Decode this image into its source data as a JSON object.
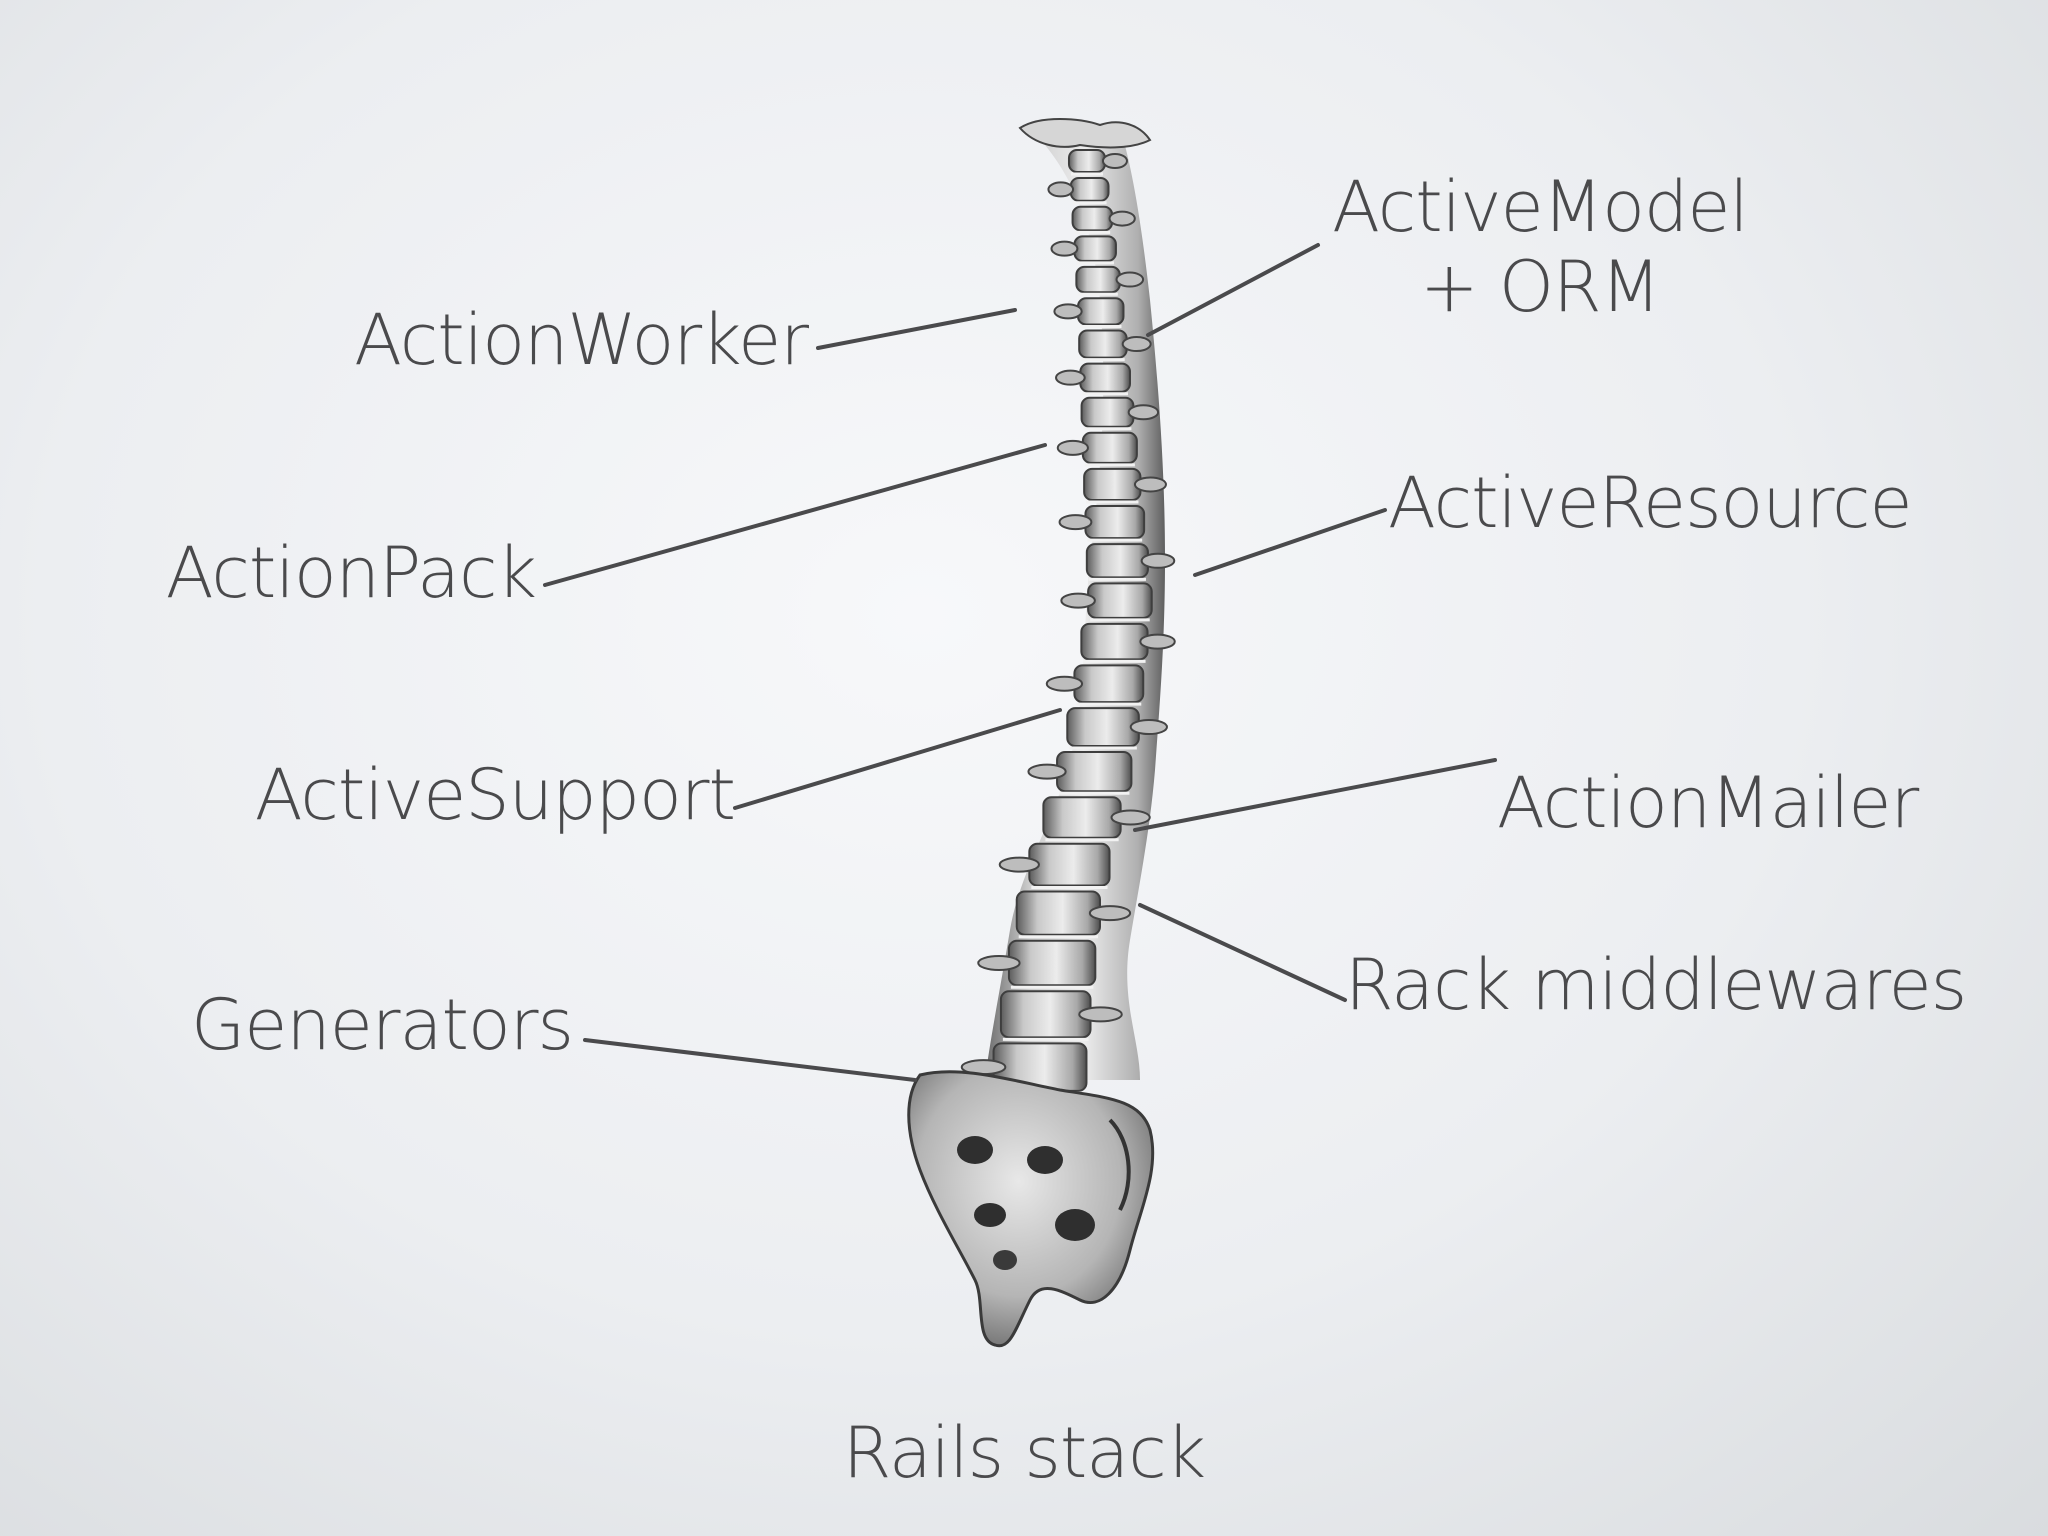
{
  "diagram": {
    "caption": "Rails stack",
    "illustration": "spine-illustration",
    "labels": {
      "action_worker": "ActionWorker",
      "action_pack": "ActionPack",
      "active_support": "ActiveSupport",
      "generators": "Generators",
      "active_model_line1": "ActiveModel",
      "active_model_line2": "+ ORM",
      "active_resource": "ActiveResource",
      "action_mailer": "ActionMailer",
      "rack_middlewares": "Rack middlewares"
    }
  },
  "colors": {
    "text": "#4a4a4c",
    "leader_line": "#4a4a4c",
    "bone_light": "#e4e4e4",
    "bone_shade": "#6f6f6f",
    "bone_dark": "#3a3a3a"
  }
}
